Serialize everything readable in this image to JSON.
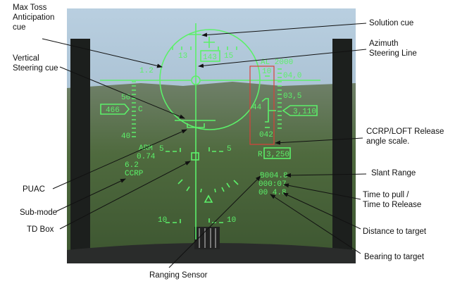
{
  "hud": {
    "heading_left": "13",
    "heading_box": "143",
    "heading_right": "15",
    "g_load": "1.2",
    "alt_low": "AL 2000",
    "alt_scale": [
      "04,0",
      "03,5"
    ],
    "altitude_box": "3,110",
    "speed_scale": [
      "50",
      "40"
    ],
    "speed_box": "466",
    "speed_mode": "C",
    "release_scale_top": "10",
    "release_angle": "44",
    "release_bottom": "042",
    "arm": "ARM",
    "mach": "0.74",
    "pitch_value": "6.2",
    "sub_mode": "CCRP",
    "pitch_ladder_5": "5",
    "pitch_ladder_10": "10",
    "range_prefix": "R",
    "range_box": "3,250",
    "slant_range": "B004.8",
    "time_to_release": "000:07",
    "distance": "00 4.8"
  },
  "annotations": {
    "max_toss": "Max Toss\nAnticipation\ncue",
    "vertical_steering": "Vertical\nSteering cue",
    "puac": "PUAC",
    "sub_mode": "Sub-mode",
    "td_box": "TD Box",
    "ranging_sensor": "Ranging Sensor",
    "solution_cue": "Solution cue",
    "azimuth": "Azimuth\nSteering Line",
    "release_scale": "CCRP/LOFT Release\nangle scale.",
    "slant_range": "Slant Range",
    "time_to_pull": "Time to pull /\nTime to Release",
    "distance": "Distance to target",
    "bearing": "Bearing to target"
  },
  "colors": {
    "hud": "#5cf06a",
    "highlight": "#d9403a"
  }
}
